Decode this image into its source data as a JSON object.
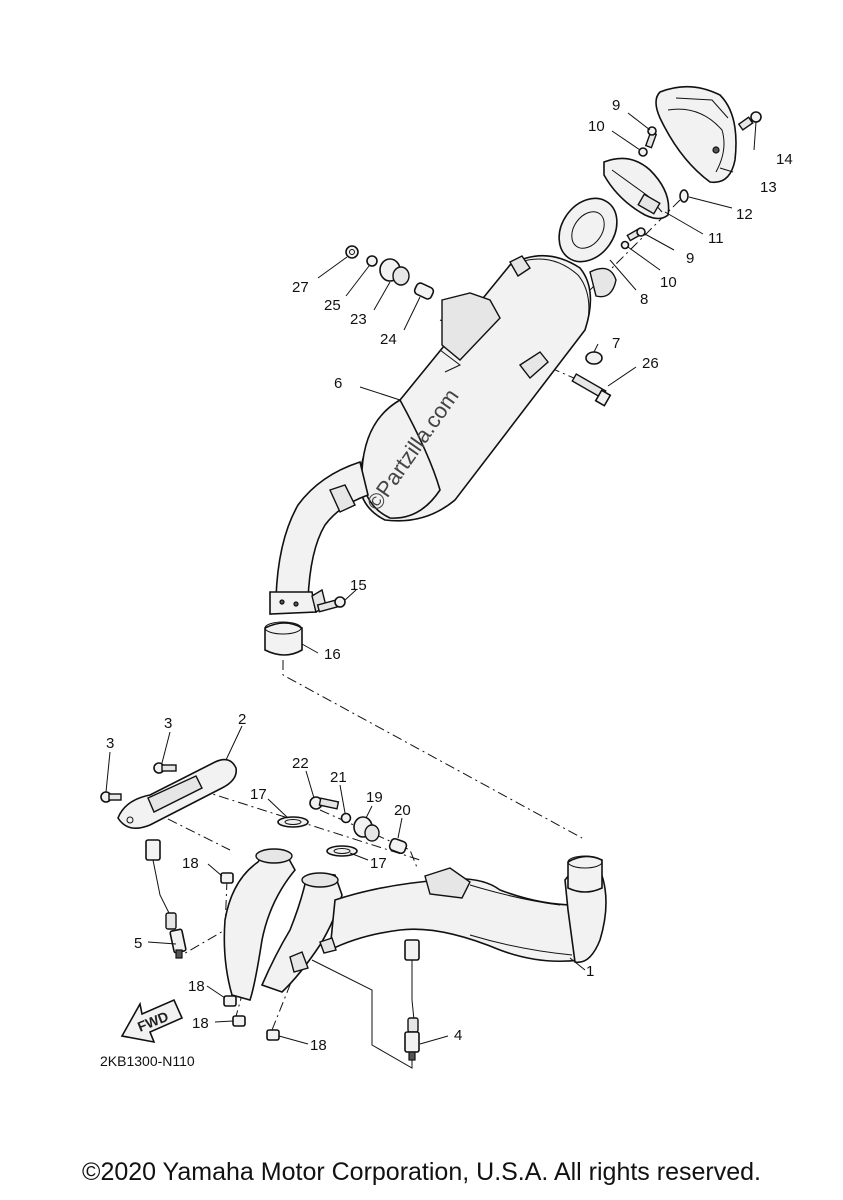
{
  "labels": {
    "l1": "1",
    "l2": "2",
    "l3a": "3",
    "l3b": "3",
    "l4": "4",
    "l5": "5",
    "l6": "6",
    "l7": "7",
    "l8": "8",
    "l9a": "9",
    "l9b": "9",
    "l10a": "10",
    "l10b": "10",
    "l11": "11",
    "l12": "12",
    "l13": "13",
    "l14": "14",
    "l15": "15",
    "l16": "16",
    "l17a": "17",
    "l17b": "17",
    "l18a": "18",
    "l18b": "18",
    "l18c": "18",
    "l18d": "18",
    "l19": "19",
    "l20": "20",
    "l21": "21",
    "l22": "22",
    "l23": "23",
    "l24": "24",
    "l25": "25",
    "l26": "26",
    "l27": "27"
  },
  "watermark": "©Partzilla.com",
  "fwd_text": "FWD",
  "diagram_code": "2KB1300-N110",
  "copyright": "©2020 Yamaha Motor Corporation, U.S.A. All rights reserved."
}
